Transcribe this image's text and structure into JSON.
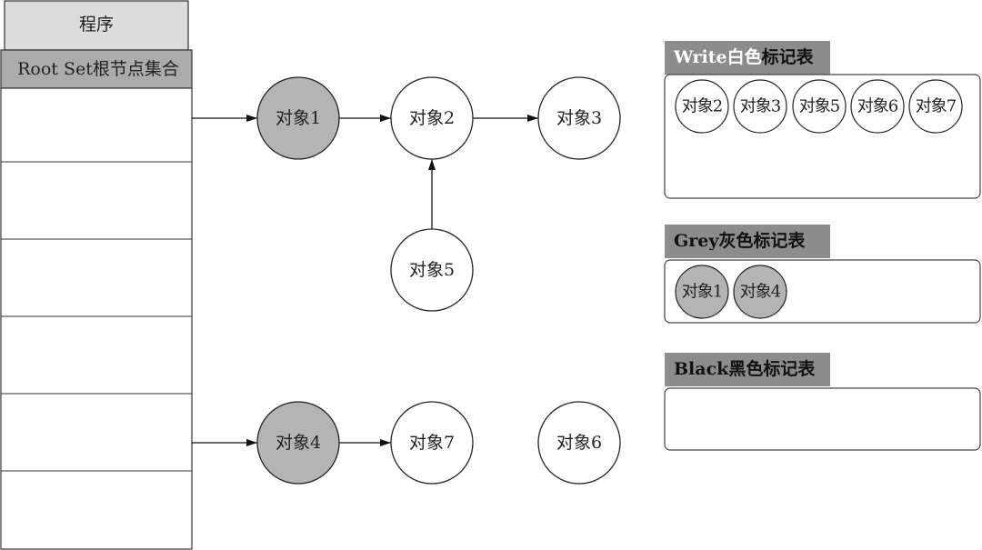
{
  "program_label": "程序",
  "root_set_label": "Root Set根节点集合",
  "objects": {
    "obj1": "对象1",
    "obj2": "对象2",
    "obj3": "对象3",
    "obj4": "对象4",
    "obj5": "对象5",
    "obj6": "对象6",
    "obj7": "对象7"
  },
  "white_table": {
    "title_white": "Write白色",
    "title_rest": "标记表",
    "items": [
      "对象2",
      "对象3",
      "对象5",
      "对象6",
      "对象7"
    ]
  },
  "grey_table": {
    "title": "Grey灰色标记表",
    "items": [
      "对象1",
      "对象4"
    ]
  },
  "black_table": {
    "title": "Black黑色标记表",
    "items": []
  },
  "colors": {
    "grey_node": "#b4b4b4",
    "program_fill": "#dcdcdc",
    "root_fill": "#ababab",
    "header_fill": "#8c8c8c"
  }
}
